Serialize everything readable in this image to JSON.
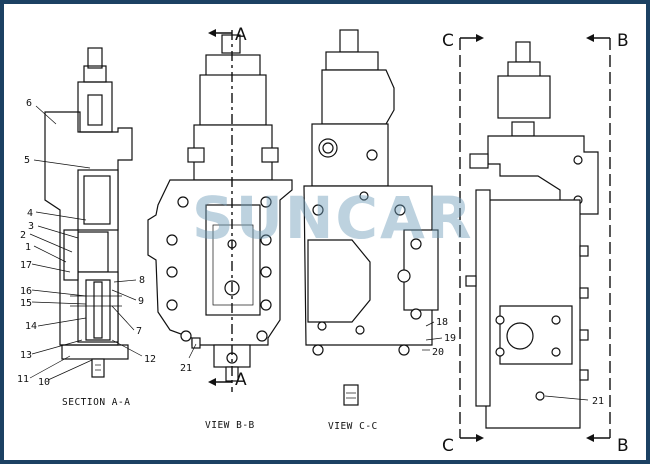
{
  "captions": {
    "section_aa": "SECTION A-A",
    "view_bb": "VIEW B-B",
    "view_cc": "VIEW C-C"
  },
  "section_markers": {
    "a_top": "A",
    "a_bottom": "A",
    "c_top": "C",
    "b_top": "B",
    "c_bottom": "C",
    "b_bottom": "B"
  },
  "part_numbers": {
    "left_view": [
      "6",
      "5",
      "4",
      "3",
      "2",
      "1",
      "17",
      "16",
      "15",
      "14",
      "13",
      "11",
      "10",
      "12",
      "7",
      "9",
      "8"
    ],
    "view_bb": [
      "21"
    ],
    "view_cc": [
      "18",
      "19",
      "20"
    ],
    "right_view": [
      "21"
    ]
  },
  "watermark": "SUNCAR",
  "colors": {
    "border": "#1c4163",
    "watermark": "#6d9bb8",
    "ink": "#111111"
  }
}
